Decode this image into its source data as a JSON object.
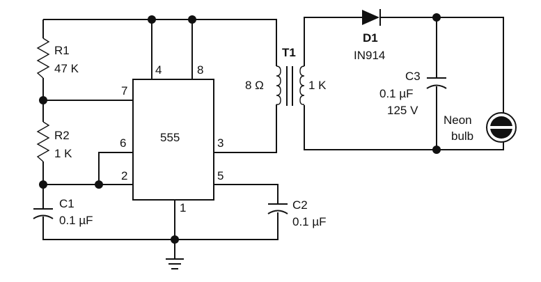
{
  "diagram": {
    "ic": {
      "label": "555",
      "pins": {
        "p1": "1",
        "p2": "2",
        "p3": "3",
        "p4": "4",
        "p5": "5",
        "p6": "6",
        "p7": "7",
        "p8": "8"
      }
    },
    "r1": {
      "name": "R1",
      "value": "47 K"
    },
    "r2": {
      "name": "R2",
      "value": "1 K"
    },
    "c1": {
      "name": "C1",
      "value": "0.1 µF"
    },
    "c2": {
      "name": "C2",
      "value": "0.1 µF"
    },
    "t1": {
      "name": "T1",
      "primary": "8 Ω",
      "secondary": "1 K"
    },
    "d1": {
      "name": "D1",
      "part": "IN914"
    },
    "c3": {
      "name": "C3",
      "value": "0.1 µF",
      "voltage": "125 V"
    },
    "neon": {
      "line1": "Neon",
      "line2": "bulb"
    },
    "colors": {
      "ink": "#111111",
      "background": "#ffffff"
    }
  }
}
